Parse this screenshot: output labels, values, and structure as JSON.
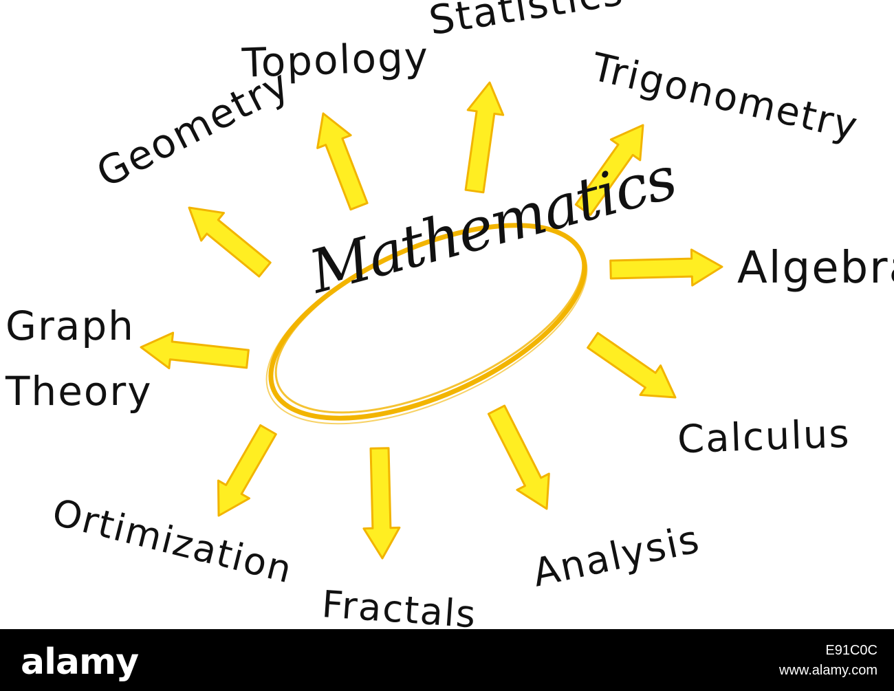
{
  "diagram": {
    "center": "Mathematics",
    "branches": [
      "Topology",
      "Statistics",
      "Trigonometry",
      "Geometry",
      "Algebra",
      "Graph",
      "Theory",
      "Calculus",
      "Ortimization",
      "Fractals",
      "Analysis"
    ],
    "colors": {
      "arrow_fill": "#ffee22",
      "arrow_stroke": "#f2b400",
      "ellipse_stroke": "#f2b400",
      "text": "#111111"
    }
  },
  "footer": {
    "wordmark": "alamy",
    "image_id": "E91C0C",
    "url": "www.alamy.com",
    "background": "#000000"
  }
}
